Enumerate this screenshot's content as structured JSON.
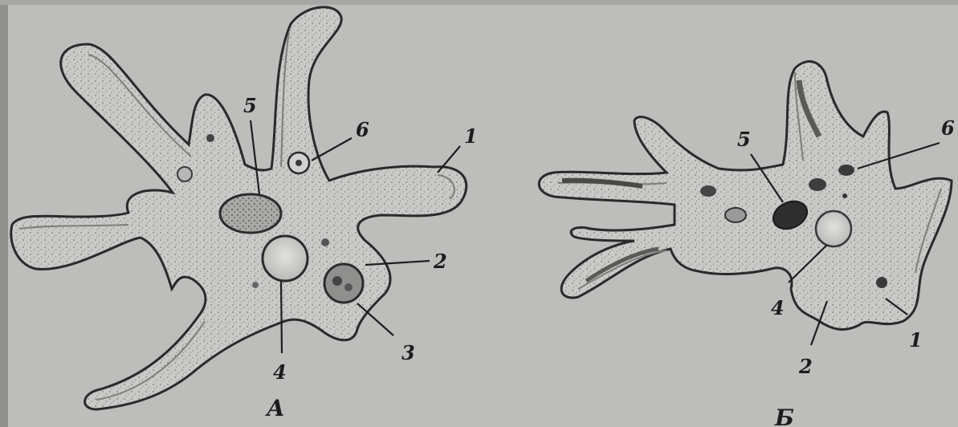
{
  "figure": {
    "background": "#bdbdbb",
    "outline_color": "#2a2a2a",
    "cytoplasm_color": "#c6c6c4",
    "panels": [
      {
        "caption": "А",
        "labels": [
          "5",
          "6",
          "1",
          "2",
          "3",
          "4"
        ]
      },
      {
        "caption": "Б",
        "labels": [
          "5",
          "6",
          "4",
          "2",
          "1"
        ]
      }
    ]
  }
}
